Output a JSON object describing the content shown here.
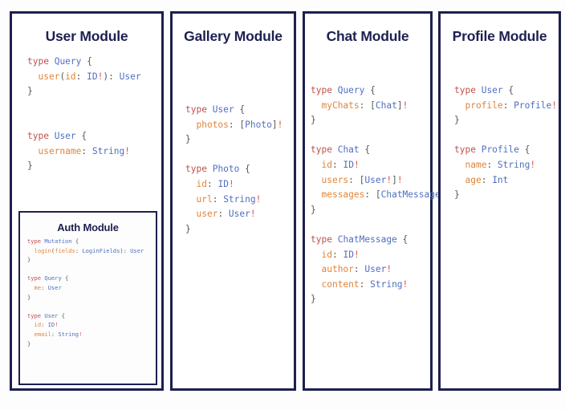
{
  "meta": {
    "background_color": "#fdfdfd",
    "panel_border_color": "#1d1f4e",
    "title_color": "#1d2050",
    "accent_keyword_color": "#c0504d",
    "accent_type_color": "#4f6fbf",
    "accent_field_color": "#e0853a",
    "accent_bang_color": "#d9534f",
    "punctuation_color": "#5a5a5a"
  },
  "panels": [
    {
      "id": "user",
      "title": "User Module",
      "code_lines": [
        [
          {
            "t": "type",
            "c": "kw"
          },
          {
            "t": " ",
            "c": "pun"
          },
          {
            "t": "Query",
            "c": "typ"
          },
          {
            "t": " {",
            "c": "pun"
          }
        ],
        [
          {
            "t": "  ",
            "c": "pun"
          },
          {
            "t": "user",
            "c": "fld"
          },
          {
            "t": "(",
            "c": "pun"
          },
          {
            "t": "id",
            "c": "fld"
          },
          {
            "t": ": ",
            "c": "pun"
          },
          {
            "t": "ID",
            "c": "typ"
          },
          {
            "t": "!",
            "c": "bang"
          },
          {
            "t": "): ",
            "c": "pun"
          },
          {
            "t": "User",
            "c": "typ"
          }
        ],
        [
          {
            "t": "}",
            "c": "pun"
          }
        ],
        [],
        [],
        [
          {
            "t": "type",
            "c": "kw"
          },
          {
            "t": " ",
            "c": "pun"
          },
          {
            "t": "User",
            "c": "typ"
          },
          {
            "t": " {",
            "c": "pun"
          }
        ],
        [
          {
            "t": "  ",
            "c": "pun"
          },
          {
            "t": "username",
            "c": "fld"
          },
          {
            "t": ": ",
            "c": "pun"
          },
          {
            "t": "String",
            "c": "typ"
          },
          {
            "t": "!",
            "c": "bang"
          }
        ],
        [
          {
            "t": "}",
            "c": "pun"
          }
        ]
      ],
      "nested": {
        "id": "auth",
        "title": "Auth Module",
        "code_lines": [
          [
            {
              "t": "type",
              "c": "kw"
            },
            {
              "t": " ",
              "c": "pun"
            },
            {
              "t": "Mutation",
              "c": "typ"
            },
            {
              "t": " {",
              "c": "pun"
            }
          ],
          [
            {
              "t": "  ",
              "c": "pun"
            },
            {
              "t": "login",
              "c": "fld"
            },
            {
              "t": "(",
              "c": "pun"
            },
            {
              "t": "fields",
              "c": "fld"
            },
            {
              "t": ": ",
              "c": "pun"
            },
            {
              "t": "LoginFields",
              "c": "typ"
            },
            {
              "t": "): ",
              "c": "pun"
            },
            {
              "t": "User",
              "c": "typ"
            }
          ],
          [
            {
              "t": "}",
              "c": "pun"
            }
          ],
          [],
          [
            {
              "t": "type",
              "c": "kw"
            },
            {
              "t": " ",
              "c": "pun"
            },
            {
              "t": "Query",
              "c": "typ"
            },
            {
              "t": " {",
              "c": "pun"
            }
          ],
          [
            {
              "t": "  ",
              "c": "pun"
            },
            {
              "t": "me",
              "c": "fld"
            },
            {
              "t": ": ",
              "c": "pun"
            },
            {
              "t": "User",
              "c": "typ"
            }
          ],
          [
            {
              "t": "}",
              "c": "pun"
            }
          ],
          [],
          [
            {
              "t": "type",
              "c": "kw"
            },
            {
              "t": " ",
              "c": "pun"
            },
            {
              "t": "User",
              "c": "typ"
            },
            {
              "t": " {",
              "c": "pun"
            }
          ],
          [
            {
              "t": "  ",
              "c": "pun"
            },
            {
              "t": "id",
              "c": "fld"
            },
            {
              "t": ": ",
              "c": "pun"
            },
            {
              "t": "ID",
              "c": "typ"
            },
            {
              "t": "!",
              "c": "bang"
            }
          ],
          [
            {
              "t": "  ",
              "c": "pun"
            },
            {
              "t": "email",
              "c": "fld"
            },
            {
              "t": ": ",
              "c": "pun"
            },
            {
              "t": "String",
              "c": "typ"
            },
            {
              "t": "!",
              "c": "bang"
            }
          ],
          [
            {
              "t": "}",
              "c": "pun"
            }
          ]
        ]
      }
    },
    {
      "id": "gallery",
      "title": "Gallery Module",
      "code_lines": [
        [
          {
            "t": "type",
            "c": "kw"
          },
          {
            "t": " ",
            "c": "pun"
          },
          {
            "t": "User",
            "c": "typ"
          },
          {
            "t": " {",
            "c": "pun"
          }
        ],
        [
          {
            "t": "  ",
            "c": "pun"
          },
          {
            "t": "photos",
            "c": "fld"
          },
          {
            "t": ": ",
            "c": "pun"
          },
          {
            "t": "[",
            "c": "pun"
          },
          {
            "t": "Photo",
            "c": "typ"
          },
          {
            "t": "]",
            "c": "pun"
          },
          {
            "t": "!",
            "c": "bang"
          }
        ],
        [
          {
            "t": "}",
            "c": "pun"
          }
        ],
        [],
        [
          {
            "t": "type",
            "c": "kw"
          },
          {
            "t": " ",
            "c": "pun"
          },
          {
            "t": "Photo",
            "c": "typ"
          },
          {
            "t": " {",
            "c": "pun"
          }
        ],
        [
          {
            "t": "  ",
            "c": "pun"
          },
          {
            "t": "id",
            "c": "fld"
          },
          {
            "t": ": ",
            "c": "pun"
          },
          {
            "t": "ID",
            "c": "typ"
          },
          {
            "t": "!",
            "c": "bang"
          }
        ],
        [
          {
            "t": "  ",
            "c": "pun"
          },
          {
            "t": "url",
            "c": "fld"
          },
          {
            "t": ": ",
            "c": "pun"
          },
          {
            "t": "String",
            "c": "typ"
          },
          {
            "t": "!",
            "c": "bang"
          }
        ],
        [
          {
            "t": "  ",
            "c": "pun"
          },
          {
            "t": "user",
            "c": "fld"
          },
          {
            "t": ": ",
            "c": "pun"
          },
          {
            "t": "User",
            "c": "typ"
          },
          {
            "t": "!",
            "c": "bang"
          }
        ],
        [
          {
            "t": "}",
            "c": "pun"
          }
        ]
      ],
      "nested": null
    },
    {
      "id": "chat",
      "title": "Chat Module",
      "code_lines": [
        [
          {
            "t": "type",
            "c": "kw"
          },
          {
            "t": " ",
            "c": "pun"
          },
          {
            "t": "Query",
            "c": "typ"
          },
          {
            "t": " {",
            "c": "pun"
          }
        ],
        [
          {
            "t": "  ",
            "c": "pun"
          },
          {
            "t": "myChats",
            "c": "fld"
          },
          {
            "t": ": ",
            "c": "pun"
          },
          {
            "t": "[",
            "c": "pun"
          },
          {
            "t": "Chat",
            "c": "typ"
          },
          {
            "t": "]",
            "c": "pun"
          },
          {
            "t": "!",
            "c": "bang"
          }
        ],
        [
          {
            "t": "}",
            "c": "pun"
          }
        ],
        [],
        [
          {
            "t": "type",
            "c": "kw"
          },
          {
            "t": " ",
            "c": "pun"
          },
          {
            "t": "Chat",
            "c": "typ"
          },
          {
            "t": " {",
            "c": "pun"
          }
        ],
        [
          {
            "t": "  ",
            "c": "pun"
          },
          {
            "t": "id",
            "c": "fld"
          },
          {
            "t": ": ",
            "c": "pun"
          },
          {
            "t": "ID",
            "c": "typ"
          },
          {
            "t": "!",
            "c": "bang"
          }
        ],
        [
          {
            "t": "  ",
            "c": "pun"
          },
          {
            "t": "users",
            "c": "fld"
          },
          {
            "t": ": ",
            "c": "pun"
          },
          {
            "t": "[",
            "c": "pun"
          },
          {
            "t": "User",
            "c": "typ"
          },
          {
            "t": "!",
            "c": "bang"
          },
          {
            "t": "]",
            "c": "pun"
          },
          {
            "t": "!",
            "c": "bang"
          }
        ],
        [
          {
            "t": "  ",
            "c": "pun"
          },
          {
            "t": "messages",
            "c": "fld"
          },
          {
            "t": ": ",
            "c": "pun"
          },
          {
            "t": "[",
            "c": "pun"
          },
          {
            "t": "ChatMessage",
            "c": "typ"
          },
          {
            "t": "]",
            "c": "pun"
          },
          {
            "t": "!",
            "c": "bang"
          }
        ],
        [
          {
            "t": "}",
            "c": "pun"
          }
        ],
        [],
        [
          {
            "t": "type",
            "c": "kw"
          },
          {
            "t": " ",
            "c": "pun"
          },
          {
            "t": "ChatMessage",
            "c": "typ"
          },
          {
            "t": " {",
            "c": "pun"
          }
        ],
        [
          {
            "t": "  ",
            "c": "pun"
          },
          {
            "t": "id",
            "c": "fld"
          },
          {
            "t": ": ",
            "c": "pun"
          },
          {
            "t": "ID",
            "c": "typ"
          },
          {
            "t": "!",
            "c": "bang"
          }
        ],
        [
          {
            "t": "  ",
            "c": "pun"
          },
          {
            "t": "author",
            "c": "fld"
          },
          {
            "t": ": ",
            "c": "pun"
          },
          {
            "t": "User",
            "c": "typ"
          },
          {
            "t": "!",
            "c": "bang"
          }
        ],
        [
          {
            "t": "  ",
            "c": "pun"
          },
          {
            "t": "content",
            "c": "fld"
          },
          {
            "t": ": ",
            "c": "pun"
          },
          {
            "t": "String",
            "c": "typ"
          },
          {
            "t": "!",
            "c": "bang"
          }
        ],
        [
          {
            "t": "}",
            "c": "pun"
          }
        ]
      ],
      "nested": null
    },
    {
      "id": "profile",
      "title": "Profile Module",
      "code_lines": [
        [
          {
            "t": "type",
            "c": "kw"
          },
          {
            "t": " ",
            "c": "pun"
          },
          {
            "t": "User",
            "c": "typ"
          },
          {
            "t": " {",
            "c": "pun"
          }
        ],
        [
          {
            "t": "  ",
            "c": "pun"
          },
          {
            "t": "profile",
            "c": "fld"
          },
          {
            "t": ": ",
            "c": "pun"
          },
          {
            "t": "Profile",
            "c": "typ"
          },
          {
            "t": "!",
            "c": "bang"
          }
        ],
        [
          {
            "t": "}",
            "c": "pun"
          }
        ],
        [],
        [
          {
            "t": "type",
            "c": "kw"
          },
          {
            "t": " ",
            "c": "pun"
          },
          {
            "t": "Profile",
            "c": "typ"
          },
          {
            "t": " {",
            "c": "pun"
          }
        ],
        [
          {
            "t": "  ",
            "c": "pun"
          },
          {
            "t": "name",
            "c": "fld"
          },
          {
            "t": ": ",
            "c": "pun"
          },
          {
            "t": "String",
            "c": "typ"
          },
          {
            "t": "!",
            "c": "bang"
          }
        ],
        [
          {
            "t": "  ",
            "c": "pun"
          },
          {
            "t": "age",
            "c": "fld"
          },
          {
            "t": ": ",
            "c": "pun"
          },
          {
            "t": "Int",
            "c": "typ"
          }
        ],
        [
          {
            "t": "}",
            "c": "pun"
          }
        ]
      ],
      "nested": null
    }
  ]
}
